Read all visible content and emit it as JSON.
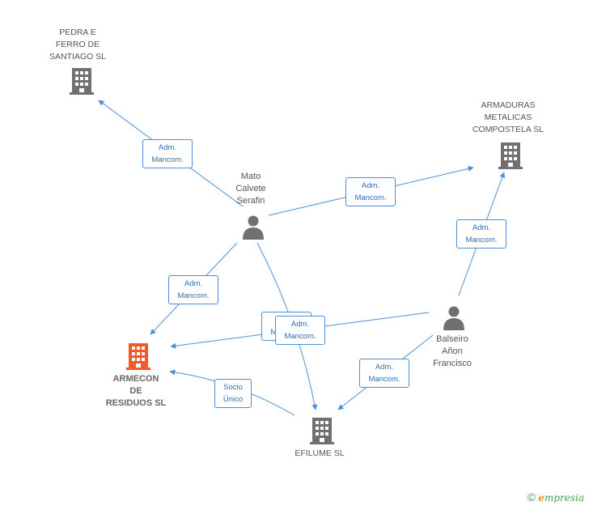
{
  "colors": {
    "edge": "#4a90d9",
    "company": "#707070",
    "focus": "#f05a28",
    "person": "#707070",
    "brand_green": "#3aa64a",
    "brand_orange": "#f29222"
  },
  "nodes": {
    "pedra": {
      "label_lines": [
        "PEDRA E",
        "FERRO DE",
        "SANTIAGO SL"
      ],
      "icon": "building-icon"
    },
    "armaduras": {
      "label_lines": [
        "ARMADURAS",
        "METALICAS",
        "COMPOSTELA SL"
      ],
      "icon": "building-icon"
    },
    "mato": {
      "label_lines": [
        "Mato",
        "Calvete",
        "Serafin"
      ],
      "icon": "person-icon"
    },
    "balseiro": {
      "label_lines": [
        "Balseiro",
        "Añon",
        "Francisco"
      ],
      "icon": "person-icon"
    },
    "armecon": {
      "label_lines": [
        "ARMECON",
        "DE",
        "RESIDUOS  SL"
      ],
      "icon": "building-icon"
    },
    "efilume": {
      "label_lines": [
        "EFILUME  SL"
      ],
      "icon": "building-icon"
    }
  },
  "edges": [
    {
      "id": "mato-pedra",
      "lines": [
        "Adm.",
        "Mancom."
      ]
    },
    {
      "id": "mato-armaduras",
      "lines": [
        "Adm.",
        "Mancom."
      ]
    },
    {
      "id": "balseiro-armaduras",
      "lines": [
        "Adm.",
        "Mancom."
      ]
    },
    {
      "id": "mato-armecon",
      "lines": [
        "Adm.",
        "Mancom."
      ]
    },
    {
      "id": "mato-efilume",
      "lines": [
        "Adm.",
        "Mancom."
      ]
    },
    {
      "id": "balseiro-armecon",
      "lines": [
        "Adm.",
        "Mancom."
      ]
    },
    {
      "id": "balseiro-efilume",
      "lines": [
        "Adm.",
        "Mancom."
      ]
    },
    {
      "id": "efilume-armecon",
      "lines": [
        "Socio",
        "Único"
      ]
    }
  ],
  "brand": {
    "copyright": "©",
    "e": "e",
    "rest": "mpresia"
  }
}
